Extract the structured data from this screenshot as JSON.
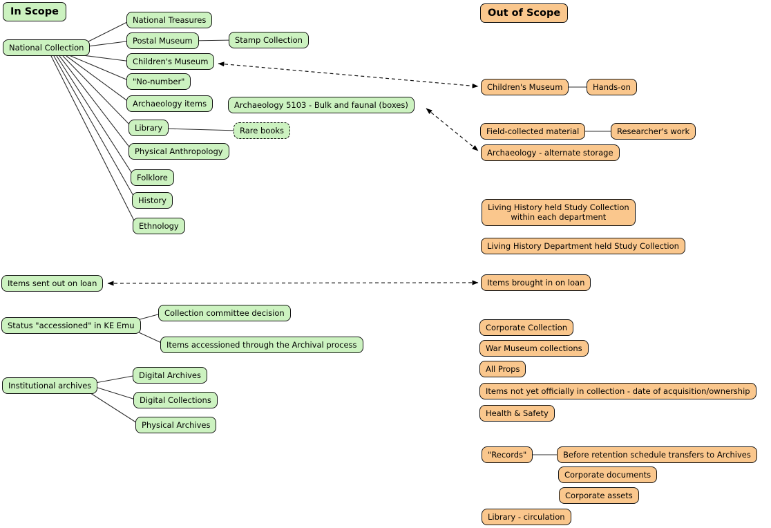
{
  "titles": {
    "in_scope": "In Scope",
    "out_of_scope": "Out of Scope"
  },
  "colors": {
    "in_scope_fill": "#ccf2c0",
    "out_of_scope_fill": "#fac78d",
    "border": "#111111",
    "line": "#2b2b2b",
    "background": "#ffffff"
  },
  "nodes": {
    "national_collection": {
      "label": "National Collection"
    },
    "national_treasures": {
      "label": "National Treasures"
    },
    "postal_museum": {
      "label": "Postal Museum"
    },
    "stamp_collection": {
      "label": "Stamp Collection"
    },
    "childrens_museum_in": {
      "label": "Children's Museum"
    },
    "no_number": {
      "label": "\"No-number\""
    },
    "archaeology_items": {
      "label": "Archaeology items"
    },
    "archaeology_5103": {
      "label": "Archaeology 5103 - Bulk and faunal (boxes)"
    },
    "library": {
      "label": "Library"
    },
    "rare_books": {
      "label": "Rare books"
    },
    "physical_anthropology": {
      "label": "Physical Anthropology"
    },
    "folklore": {
      "label": "Folklore"
    },
    "history": {
      "label": "History"
    },
    "ethnology": {
      "label": "Ethnology"
    },
    "items_sent_out_on_loan": {
      "label": "Items sent out on loan"
    },
    "status_accessioned": {
      "label": "Status \"accessioned\" in KE Emu"
    },
    "collection_committee_decision": {
      "label": "Collection committee decision"
    },
    "items_accessioned_archival": {
      "label": "Items accessioned through the Archival process"
    },
    "institutional_archives": {
      "label": "Institutional archives"
    },
    "digital_archives": {
      "label": "Digital Archives"
    },
    "digital_collections": {
      "label": "Digital Collections"
    },
    "physical_archives": {
      "label": "Physical Archives"
    },
    "childrens_museum_out": {
      "label": "Children's Museum"
    },
    "hands_on": {
      "label": "Hands-on"
    },
    "field_collected_material": {
      "label": "Field-collected material"
    },
    "researchers_work": {
      "label": "Researcher's work"
    },
    "archaeology_alternate_storage": {
      "label": "Archaeology - alternate storage"
    },
    "living_history_within": {
      "label": "Living History held Study Collection\nwithin each department"
    },
    "living_history_dept": {
      "label": "Living History Department held Study Collection"
    },
    "items_brought_in_on_loan": {
      "label": "Items brought in on loan"
    },
    "corporate_collection": {
      "label": "Corporate Collection"
    },
    "war_museum_collections": {
      "label": "War Museum collections"
    },
    "all_props": {
      "label": "All Props"
    },
    "items_not_yet_official": {
      "label": "Items not yet officially in collection - date of acquisition/ownership"
    },
    "health_safety": {
      "label": "Health & Safety"
    },
    "records": {
      "label": "\"Records\""
    },
    "before_retention": {
      "label": "Before retention schedule transfers to Archives"
    },
    "corporate_documents": {
      "label": "Corporate documents"
    },
    "corporate_assets": {
      "label": "Corporate assets"
    },
    "library_circulation": {
      "label": "Library - circulation"
    }
  },
  "edges": [
    {
      "from": "national_collection",
      "to": "national_treasures",
      "style": "solid"
    },
    {
      "from": "national_collection",
      "to": "postal_museum",
      "style": "solid"
    },
    {
      "from": "postal_museum",
      "to": "stamp_collection",
      "style": "solid"
    },
    {
      "from": "national_collection",
      "to": "childrens_museum_in",
      "style": "solid"
    },
    {
      "from": "national_collection",
      "to": "no_number",
      "style": "solid"
    },
    {
      "from": "national_collection",
      "to": "archaeology_items",
      "style": "solid"
    },
    {
      "from": "national_collection",
      "to": "library",
      "style": "solid"
    },
    {
      "from": "library",
      "to": "rare_books",
      "style": "solid"
    },
    {
      "from": "national_collection",
      "to": "physical_anthropology",
      "style": "solid"
    },
    {
      "from": "national_collection",
      "to": "folklore",
      "style": "solid"
    },
    {
      "from": "national_collection",
      "to": "history",
      "style": "solid"
    },
    {
      "from": "national_collection",
      "to": "ethnology",
      "style": "solid"
    },
    {
      "from": "status_accessioned",
      "to": "collection_committee_decision",
      "style": "solid"
    },
    {
      "from": "status_accessioned",
      "to": "items_accessioned_archival",
      "style": "solid"
    },
    {
      "from": "institutional_archives",
      "to": "digital_archives",
      "style": "solid"
    },
    {
      "from": "institutional_archives",
      "to": "digital_collections",
      "style": "solid"
    },
    {
      "from": "institutional_archives",
      "to": "physical_archives",
      "style": "solid"
    },
    {
      "from": "childrens_museum_out",
      "to": "hands_on",
      "style": "solid"
    },
    {
      "from": "field_collected_material",
      "to": "researchers_work",
      "style": "solid"
    },
    {
      "from": "records",
      "to": "before_retention",
      "style": "solid"
    },
    {
      "from": "childrens_museum_in",
      "to": "childrens_museum_out",
      "style": "dashed-double-arrow"
    },
    {
      "from": "archaeology_5103",
      "to": "archaeology_alternate_storage",
      "style": "dashed-double-arrow"
    },
    {
      "from": "items_sent_out_on_loan",
      "to": "items_brought_in_on_loan",
      "style": "dashed-double-arrow"
    }
  ]
}
